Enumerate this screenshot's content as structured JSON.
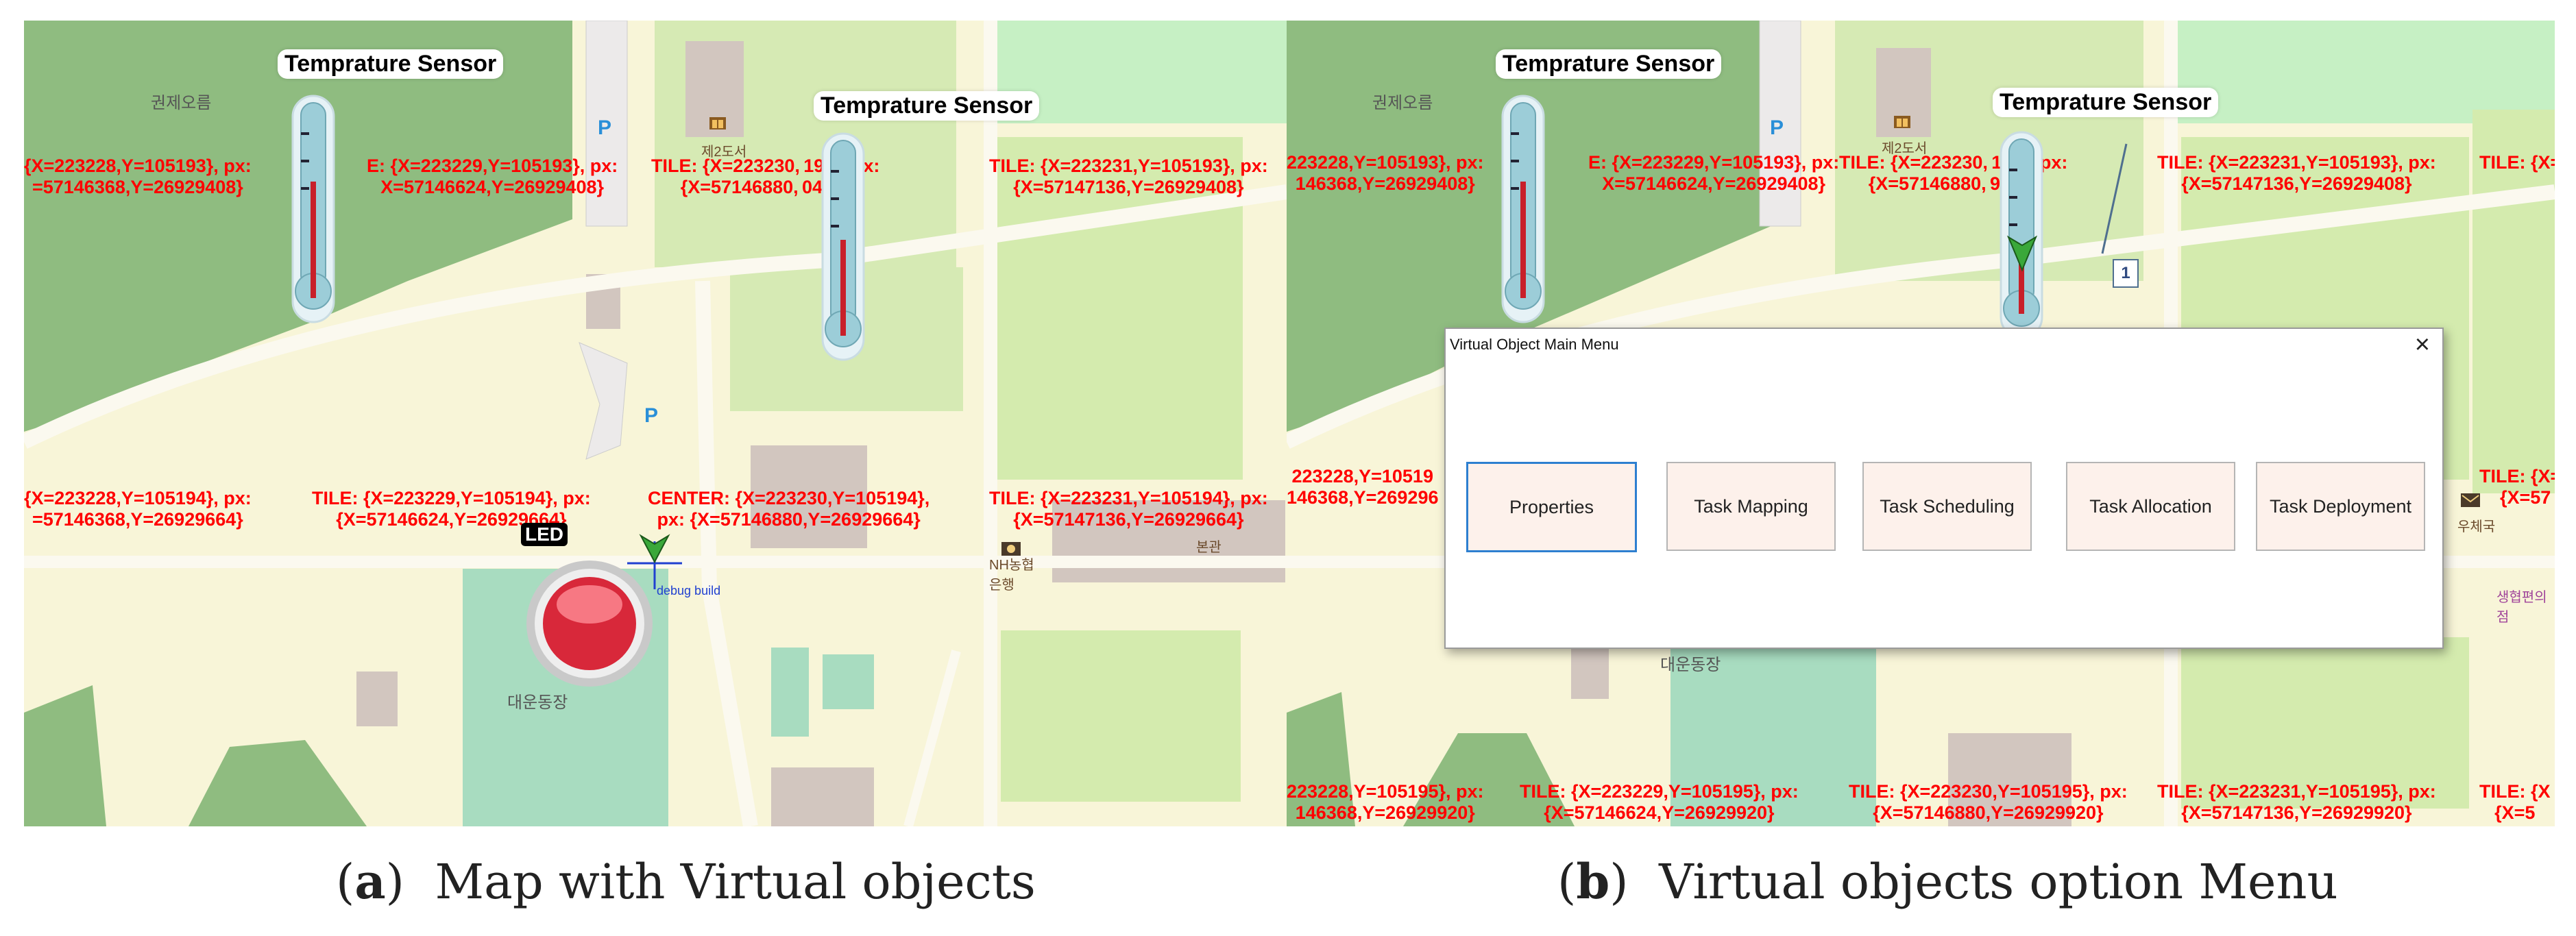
{
  "panel_a": {
    "sensors": [
      {
        "label": "Temprature Sensor"
      },
      {
        "label": "Temprature Sensor"
      }
    ],
    "tiles": [
      {
        "text": "{X=223228,Y=105193}, px:\n=57146368,Y=26929408}"
      },
      {
        "text": "E: {X=223229,Y=105193}, px:\nX=57146624,Y=26929408}"
      },
      {
        "text": "TILE: {X=223230, 193}, px:\n{X=57146880, 0408}"
      },
      {
        "text": "TILE: {X=223231,Y=105193}, px:\n{X=57147136,Y=26929408}"
      },
      {
        "text": "{X=223228,Y=105194}, px:\n=57146368,Y=26929664}"
      },
      {
        "text": "TILE: {X=223229,Y=105194}, px:\n{X=57146624,Y=26929664}"
      },
      {
        "text": "CENTER: {X=223230,Y=105194},\npx: {X=57146880,Y=26929664}"
      },
      {
        "text": "TILE: {X=223231,Y=105194}, px:\n{X=57147136,Y=26929664}"
      }
    ],
    "places": {
      "forest": "권제오름",
      "library": "제2도서",
      "stadium": "대운동장",
      "bank": "NH농협\n은행",
      "main_building": "본관",
      "parking": "P"
    },
    "led_label": "LED",
    "debug_label": "debug build"
  },
  "panel_b": {
    "sensors": [
      {
        "label": "Temprature Sensor"
      },
      {
        "label": "Temprature Sensor"
      }
    ],
    "tiles": [
      {
        "text": "223228,Y=105193}, px:\n146368,Y=26929408}"
      },
      {
        "text": "E: {X=223229,Y=105193}, px:\nX=57146624,Y=26929408}"
      },
      {
        "text": "TILE: {X=223230, 193}, px:\n{X=57146880, 9408}"
      },
      {
        "text": "TILE: {X=223231,Y=105193}, px:\n{X=57147136,Y=26929408}"
      },
      {
        "text": "TILE: {X=5"
      },
      {
        "text": "223228,Y=10519\n146368,Y=269296"
      },
      {
        "text": "TILE: {X=5\n{X=57"
      },
      {
        "text": "223228,Y=105195}, px:\n146368,Y=26929920}"
      },
      {
        "text": "TILE: {X=223229,Y=105195}, px:\n{X=57146624,Y=26929920}"
      },
      {
        "text": "TILE: {X=223230,Y=105195}, px:\n{X=57146880,Y=26929920}"
      },
      {
        "text": "TILE: {X=223231,Y=105195}, px:\n{X=57147136,Y=26929920}"
      },
      {
        "text": "TILE: {X\n{X=5"
      }
    ],
    "places": {
      "forest": "권제오름",
      "library": "제2도서",
      "stadium": "대운동장",
      "parking": "P",
      "post": "우체국",
      "store": "생협편의\n점"
    },
    "marker_number": "1",
    "dialog": {
      "title": "Virtual Object Main Menu",
      "close": "×",
      "buttons": [
        "Properties",
        "Task Mapping",
        "Task Scheduling",
        "Task Allocation",
        "Task Deployment"
      ]
    }
  },
  "captions": {
    "a_letter": "a",
    "a_text": "Map with Virtual objects",
    "b_letter": "b",
    "b_text": "Virtual objects option Menu"
  },
  "colors": {
    "map_bg": "#f8f5d8",
    "forest": "#8fbc80",
    "lawn": "#d2ebae",
    "building": "#d6c9c0",
    "tile_text": "#ff0000",
    "button_fill": "#fdf1eb",
    "active_border": "#2d7fd0"
  }
}
